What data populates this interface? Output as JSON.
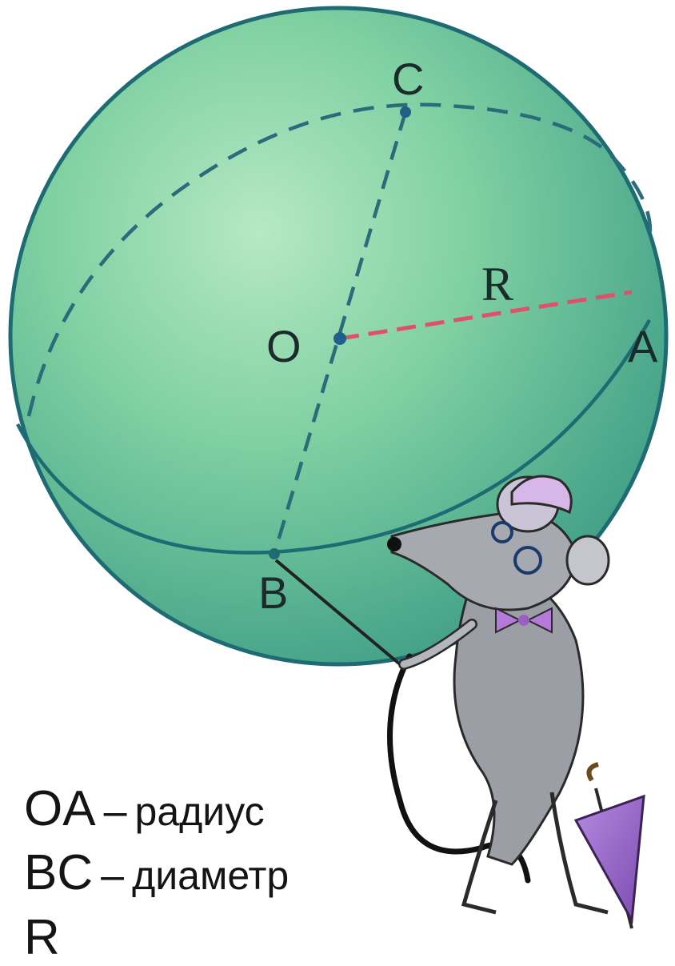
{
  "diagram": {
    "points": {
      "center": "O",
      "a": "A",
      "b": "B",
      "c": "C"
    },
    "radius_label": "R",
    "colors": {
      "sphere_fill": "#6fc79a",
      "sphere_edge": "#1f6b73",
      "dashed_lines": "#2a6c7a",
      "radius_line": "#e0506a"
    }
  },
  "captions": [
    {
      "segment": "OA",
      "dash": "–",
      "term": "радиус"
    },
    {
      "segment": "BC",
      "dash": "–",
      "term": "диаметр"
    },
    {
      "segment": "R",
      "dash": "",
      "term": ""
    }
  ],
  "mascot": {
    "description_icon": "mouse-with-umbrella-icon"
  }
}
